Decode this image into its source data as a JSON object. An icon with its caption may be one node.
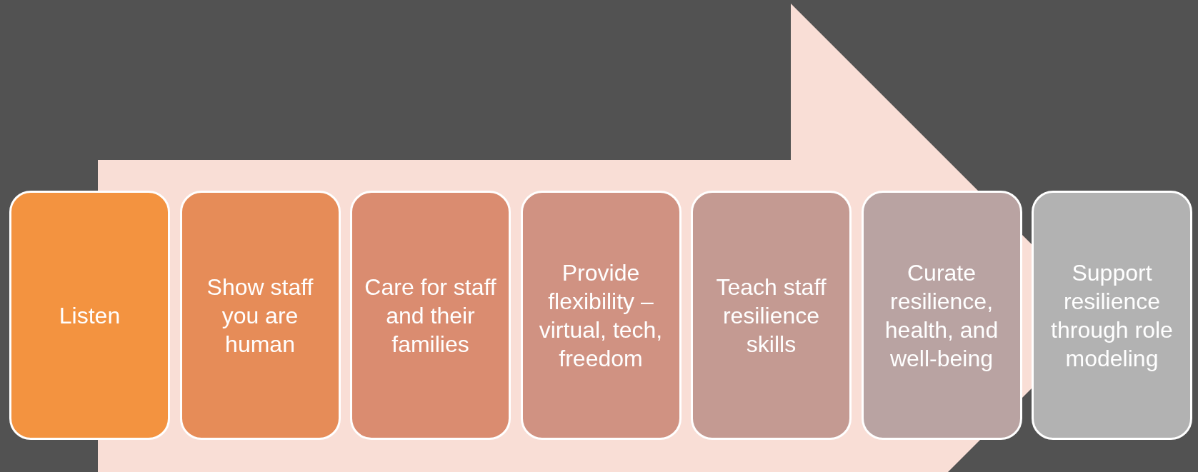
{
  "diagram": {
    "nodes": [
      {
        "text": [
          "Listen"
        ]
      },
      {
        "text": [
          "Show staff you are human"
        ]
      },
      {
        "text": [
          "Care for staff and their families"
        ]
      },
      {
        "text": [
          "Provide flexibility – virtual, tech, freedom"
        ]
      },
      {
        "text": [
          "Teach staff resilience skills"
        ]
      },
      {
        "text": [
          "Curate resilience, health, and well-being"
        ]
      },
      {
        "text": [
          "Support resilience through role modeling"
        ]
      }
    ]
  }
}
